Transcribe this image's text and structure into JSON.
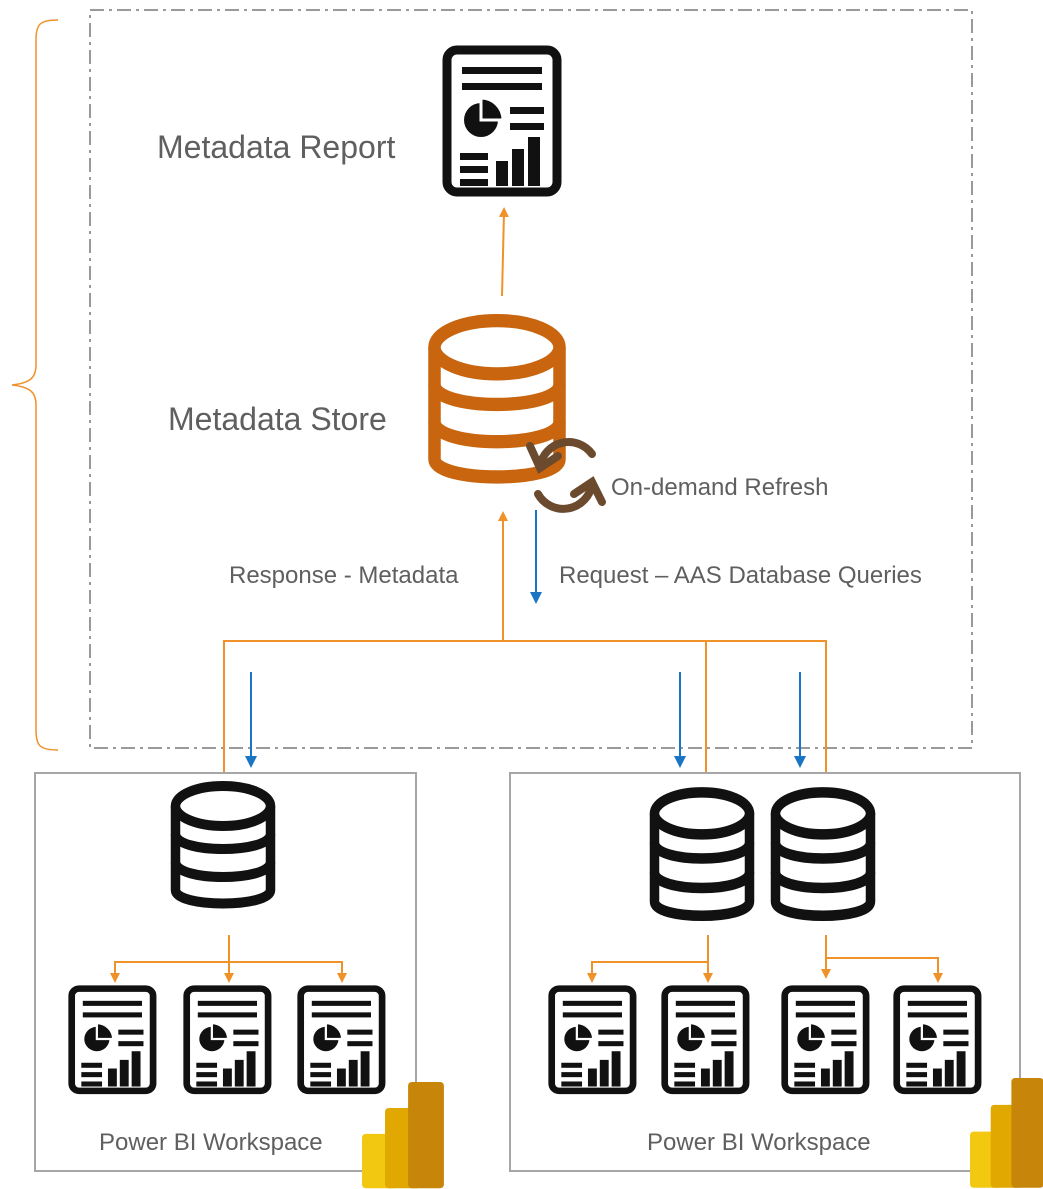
{
  "labels": {
    "metadata_report": "Metadata Report",
    "metadata_store": "Metadata Store",
    "on_demand_refresh": "On-demand Refresh",
    "response": "Response - Metadata",
    "request": "Request – AAS Database Queries"
  },
  "workspaces": [
    {
      "label": "Power BI Workspace",
      "databases": 1,
      "reports": 3
    },
    {
      "label": "Power BI Workspace",
      "databases": 2,
      "reports": 4
    }
  ],
  "colors": {
    "orange": "#f0922a",
    "blue": "#1a75c4",
    "dark_orange": "#c8650e",
    "brown": "#6b4a2e",
    "gray_border": "#a6a6a6",
    "black": "#111111"
  },
  "icons": [
    "report-icon",
    "database-icon",
    "refresh-icon",
    "power-bi-logo-icon"
  ]
}
